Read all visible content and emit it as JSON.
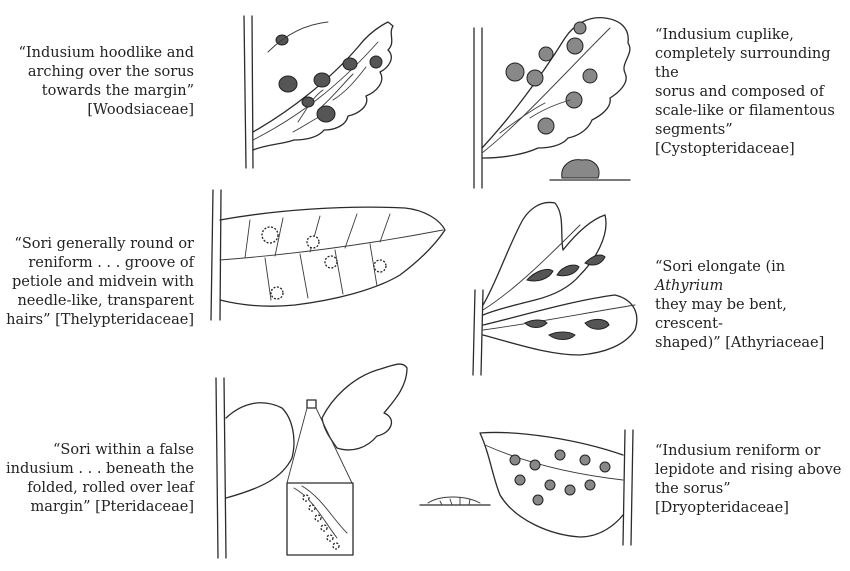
{
  "panels": [
    {
      "id": "woodsiaceae",
      "caption": "“Indusium hoodlike and\narching over the sorus\ntowards the margin”\n[Woodsiaceae]"
    },
    {
      "id": "cystopteridaceae",
      "caption": "“Indusium cuplike,\ncompletely surrounding the\nsorus and composed of\nscale-like or filamentous\nsegments”\n[Cystopteridaceae]"
    },
    {
      "id": "thelypteridaceae",
      "caption": "“Sori generally round or\nreniform . . . groove of\npetiole and midvein with\nneedle-like, transparent\nhairs” [Thelypteridaceae]"
    },
    {
      "id": "athyriaceae",
      "caption_before": "“Sori elongate (in ",
      "caption_italic": "Athyrium",
      "caption_after": "\nthey may be bent, crescent-\nshaped)” [Athyriaceae]"
    },
    {
      "id": "pteridaceae",
      "caption": "“Sori within a false\nindusium . . . beneath the\nfolded, rolled over leaf\nmargin” [Pteridaceae]"
    },
    {
      "id": "dryopteridaceae",
      "caption": "“Indusium reniform or\nlepidote and rising above\nthe sorus”\n[Dryopteridaceae]"
    }
  ]
}
